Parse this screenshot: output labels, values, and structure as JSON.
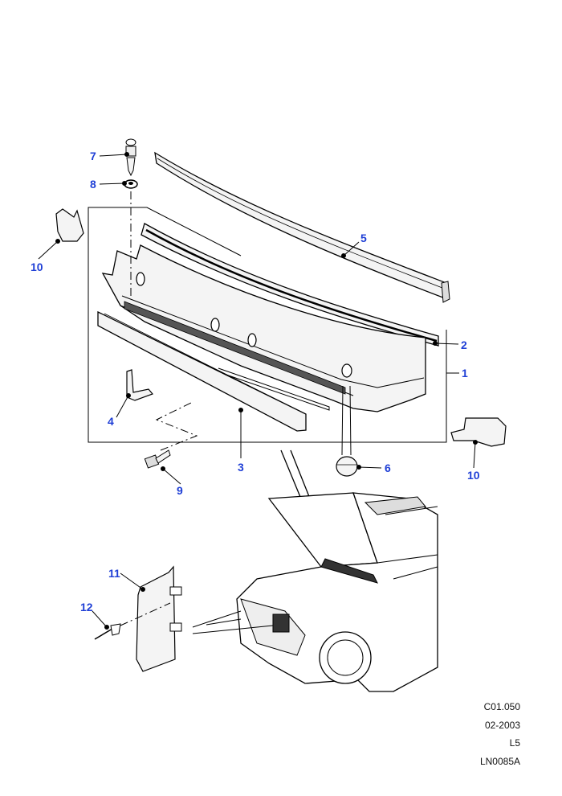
{
  "colors": {
    "callout": "#1f3fd6",
    "line": "#000000",
    "part_fill": "#f4f4f4",
    "shade": "#c8c8c8"
  },
  "callouts": {
    "c1": "1",
    "c2": "2",
    "c3": "3",
    "c4": "4",
    "c5": "5",
    "c6": "6",
    "c7": "7",
    "c8": "8",
    "c9": "9",
    "c10a": "10",
    "c10b": "10",
    "c11": "11",
    "c12": "12"
  },
  "footer": {
    "ref": "C01.050",
    "date": "02-2003",
    "level": "L5",
    "drawing": "LN0085A"
  }
}
